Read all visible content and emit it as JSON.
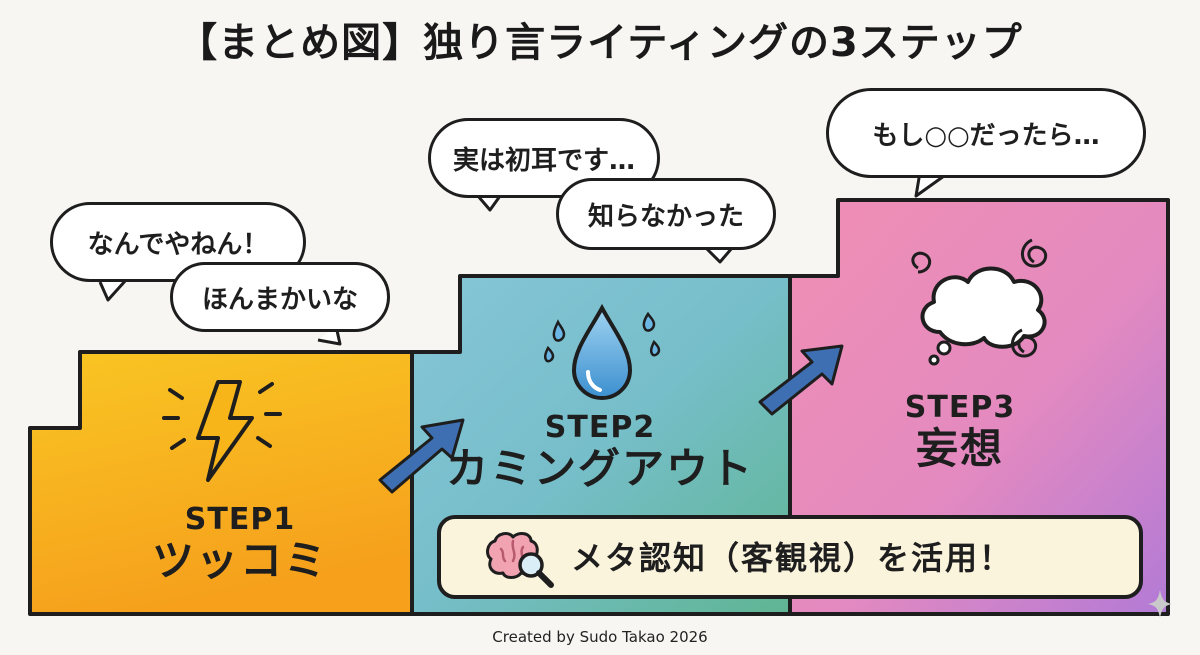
{
  "title": "【まとめ図】独り言ライティングの3ステップ",
  "steps": [
    {
      "en": "STEP1",
      "ja": "ツッコミ",
      "icon": "lightning-icon",
      "color_top": "#f9c623",
      "color_bottom": "#f6a21d"
    },
    {
      "en": "STEP2",
      "ja": "カミングアウト",
      "icon": "water-drop-icon",
      "color_top": "#86c5d8",
      "color_bottom": "#5fb593"
    },
    {
      "en": "STEP3",
      "ja": "妄想",
      "icon": "thought-cloud-icon",
      "color_top": "#f08fb4",
      "color_bottom": "#b27ad6"
    }
  ],
  "bubbles": {
    "step1": [
      "なんでやねん！",
      "ほんまかいな"
    ],
    "step2": [
      "実は初耳です…",
      "知らなかった"
    ],
    "step3": [
      "もし○○だったら…"
    ]
  },
  "banner": {
    "icon": "brain-magnifier-icon",
    "text": "メタ認知（客観視）を活用！"
  },
  "credit": "Created by Sudo Takao 2026",
  "colors": {
    "outline": "#1e1e1e",
    "arrow": "#3f6fb3",
    "background": "#f7f6f3"
  }
}
